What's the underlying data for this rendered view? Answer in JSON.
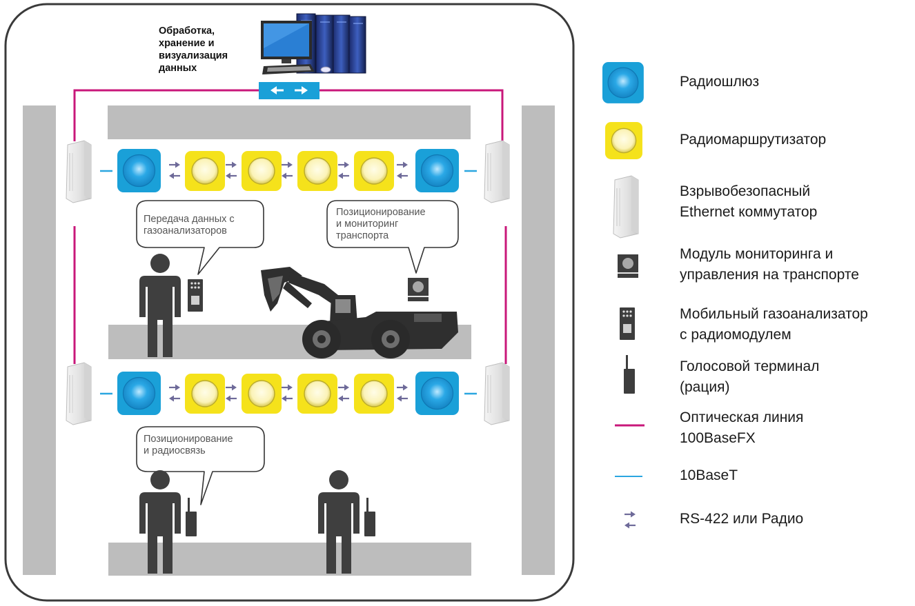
{
  "header": {
    "data_processing": "Обработка,\nхранение и\nвизуализация\nданных"
  },
  "bubbles": {
    "gas_data": "Передача данных с\nгазоанализаторов",
    "vehicle_positioning": "Позиционирование\nи мониторинг\nтранспорта",
    "radio_positioning": "Позиционирование\nи радиосвязь"
  },
  "legend": {
    "radio_gateway": "Радиошлюз",
    "radio_router": "Радиомаршрутизатор",
    "ethernet_switch": "Взрывобезопасный\nEthernet коммутатор",
    "vehicle_module": "Модуль мониторинга и\nуправления на транспорте",
    "gas_analyzer": "Мобильный газоанализатор\nс радиомодулем",
    "voice_terminal": "Голосовой терминал\n(рация)",
    "optical_line": "Оптическая линия\n100BaseFX",
    "ethernet_line": "10BaseT",
    "rs422": "RS-422 или Радио"
  },
  "colors": {
    "gateway_blue": "#1aa0d8",
    "router_yellow": "#f5e21b",
    "optical_magenta": "#c8177a",
    "ethernet_blue": "#2aa6e0",
    "arrow_purple": "#6e6a99",
    "wall_gray": "#bdbdbd",
    "figure_dark": "#3f3f3f"
  },
  "icons": {
    "computer": "workstation-server-icon",
    "converter": "media-converter-icon",
    "switch": "ethernet-switch-icon",
    "person": "miner-icon",
    "vehicle": "loader-vehicle-icon"
  }
}
